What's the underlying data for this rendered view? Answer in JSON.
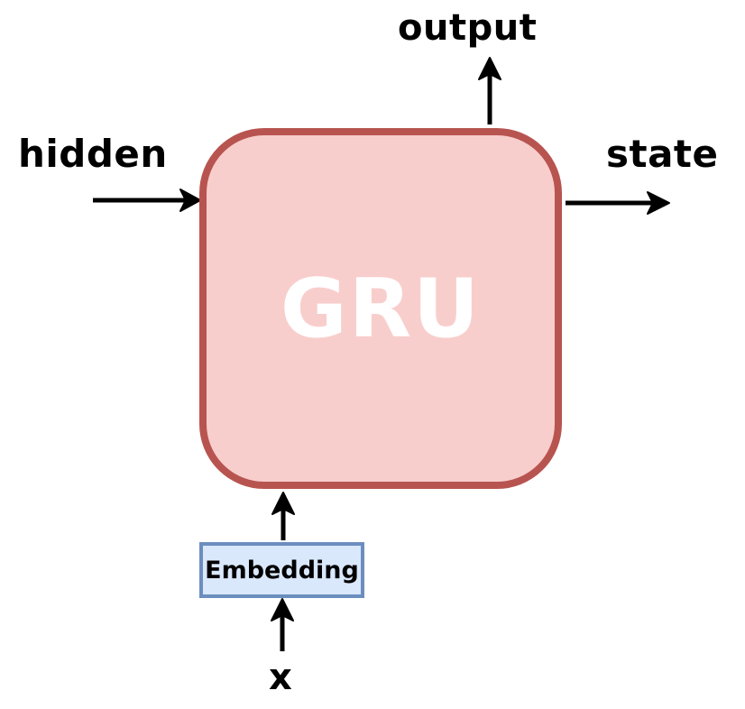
{
  "diagram": {
    "node": {
      "label": "GRU",
      "fill": "#f8cecc",
      "stroke": "#b85450",
      "text_color": "#ffffff"
    },
    "embedding": {
      "label": "Embedding",
      "fill": "#dae8fc",
      "stroke": "#6c8ebf"
    },
    "inputs": {
      "hidden": "hidden",
      "x": "x"
    },
    "outputs": {
      "output": "output",
      "state": "state"
    },
    "edges": [
      {
        "from": "hidden",
        "to": "GRU"
      },
      {
        "from": "x",
        "to": "Embedding"
      },
      {
        "from": "Embedding",
        "to": "GRU"
      },
      {
        "from": "GRU",
        "to": "output"
      },
      {
        "from": "GRU",
        "to": "state"
      }
    ]
  }
}
